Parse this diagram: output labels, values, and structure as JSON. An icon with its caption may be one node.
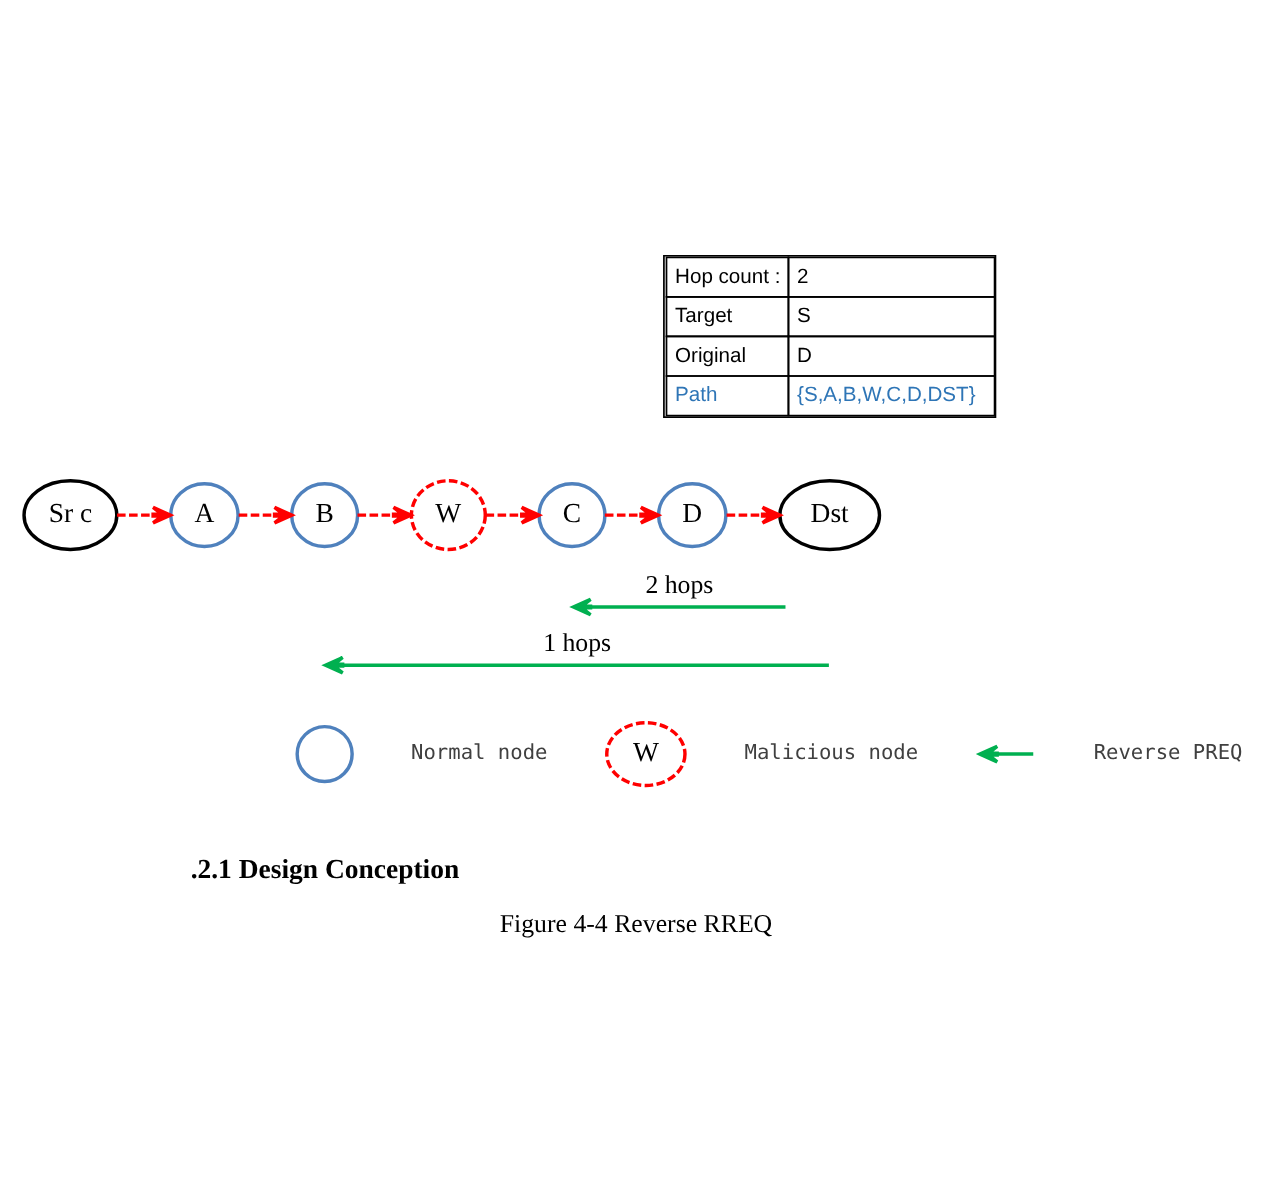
{
  "diagram": {
    "caption": "Figure 4-4 Reverse RREQ",
    "nodes": [
      {
        "text": [
          "Sr c"
        ]
      },
      {
        "text": [
          "A"
        ]
      },
      {
        "text": [
          "B"
        ]
      },
      {
        "text": [
          "W"
        ]
      },
      {
        "text": [
          "C"
        ]
      },
      {
        "text": [
          "D"
        ]
      },
      {
        "text": [
          "Dst"
        ]
      },
      {
        "text": [],
        "shape": "circle"
      },
      {
        "text": [
          "W"
        ]
      }
    ],
    "edges": [
      {
        "from": 0,
        "to": 1,
        "arrow": "to",
        "style": "dashed"
      },
      {
        "from": 1,
        "to": 2,
        "arrow": "to",
        "style": "dashed"
      },
      {
        "from": 2,
        "to": 3,
        "arrow": "to",
        "style": "dashed"
      },
      {
        "from": 3,
        "to": 4,
        "arrow": "to",
        "style": "dashed"
      },
      {
        "from": 4,
        "to": 5,
        "arrow": "to",
        "style": "dashed"
      },
      {
        "from": 5,
        "to": 6,
        "arrow": "to",
        "style": "dashed"
      }
    ],
    "labels": [
      "Hop count :",
      "2",
      "Target",
      "S",
      "Original",
      "D",
      "Path",
      "{S,A,B,W,C,D,DST}",
      "2 hops",
      "1 hops",
      ".2.1 Design Conception"
    ],
    "legend": [
      {
        "text": "Normal node"
      },
      {
        "text": "Malicious node"
      },
      {
        "text": "Reverse PREQ"
      }
    ]
  }
}
